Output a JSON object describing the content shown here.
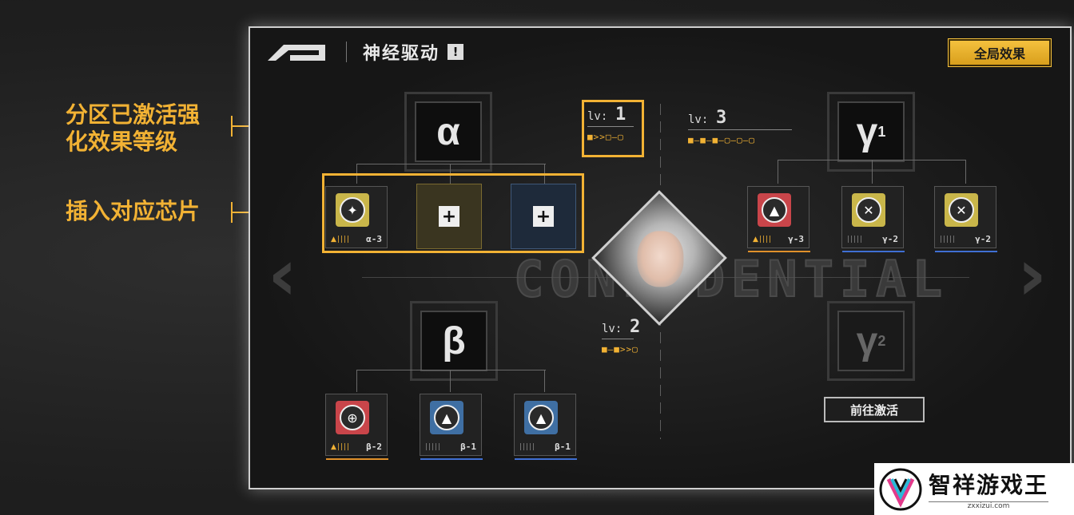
{
  "annotations": {
    "level_note_line1": "分区已激活强",
    "level_note_line2": "化效果等级",
    "chip_note": "插入对应芯片"
  },
  "header": {
    "title": "神经驱动",
    "info_badge": "!",
    "global_effect_label": "全局效果"
  },
  "background_text": "CONFIDENTIAL",
  "zones": {
    "alpha": {
      "glyph": "α",
      "level_label": "lv:",
      "level_value": "1",
      "track": "■>>□—▢",
      "chips": [
        {
          "code": "α-3",
          "bars": "▲||||",
          "color": "#c9b64a",
          "icon": "capsule-icon",
          "glyph": "✦"
        },
        {
          "code": "",
          "slot": "+",
          "color": "#3a3520",
          "icon": "plus-icon"
        },
        {
          "code": "",
          "slot": "+",
          "color": "#1e2a3a",
          "icon": "plus-icon"
        }
      ]
    },
    "beta": {
      "glyph": "β",
      "level_label": "lv:",
      "level_value": "2",
      "track": "■—■>>▢",
      "chips": [
        {
          "code": "β-2",
          "bars": "▲||||",
          "color": "#c9454a",
          "icon": "crosshair-icon",
          "glyph": "⊕"
        },
        {
          "code": "β-1",
          "bars": "|||||",
          "color": "#3f6fa3",
          "icon": "speed-icon",
          "glyph": "▲"
        },
        {
          "code": "β-1",
          "bars": "|||||",
          "color": "#3f6fa3",
          "icon": "speed-icon",
          "glyph": "▲"
        }
      ]
    },
    "gamma1": {
      "glyph": "γ",
      "sub": "1",
      "level_label": "lv:",
      "level_value": "3",
      "track": "■—■—■—▢—▢—▢",
      "chips": [
        {
          "code": "γ-3",
          "bars": "▲||||",
          "color": "#c9454a",
          "icon": "shield-icon",
          "glyph": "▲"
        },
        {
          "code": "γ-2",
          "bars": "|||||",
          "color": "#c9b64a",
          "icon": "swords-icon",
          "glyph": "✕"
        },
        {
          "code": "γ-2",
          "bars": "|||||",
          "color": "#c9b64a",
          "icon": "swords-icon",
          "glyph": "✕"
        }
      ]
    },
    "gamma2": {
      "glyph": "γ",
      "sub": "2",
      "activate_label": "前往激活"
    }
  },
  "watermark": {
    "name": "智祥游戏王",
    "url": "zxxizui.com"
  },
  "colors": {
    "accent": "#f2b234",
    "frame": "#cfcfcf"
  }
}
